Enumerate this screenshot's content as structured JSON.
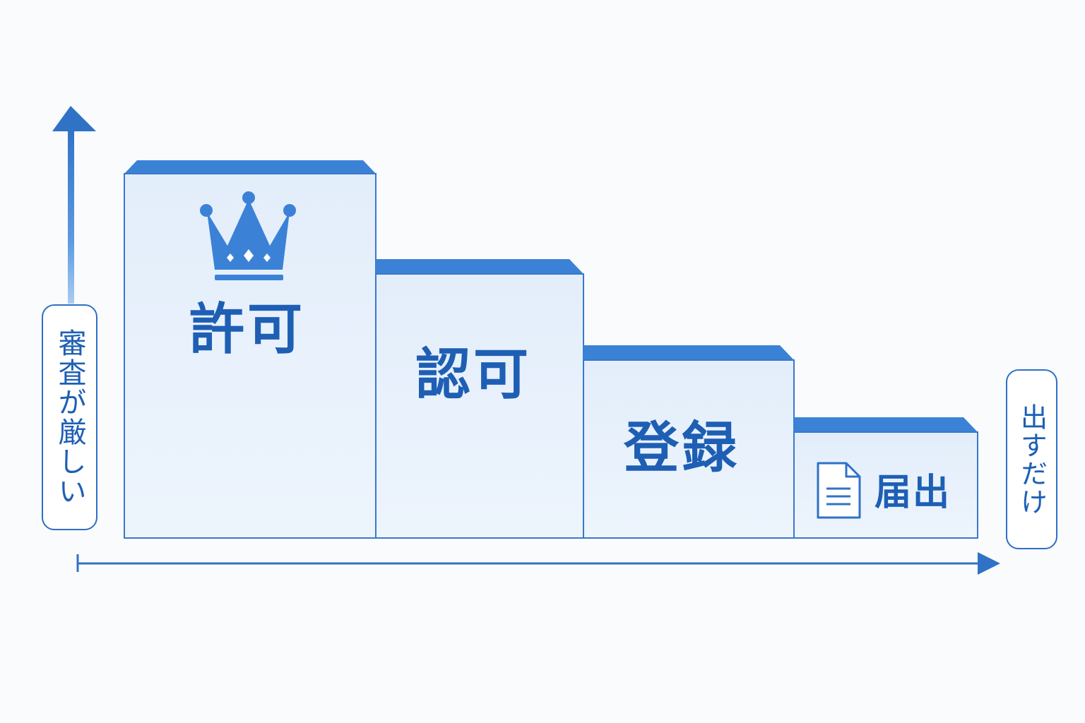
{
  "axis": {
    "y_label": "審査が厳しい",
    "x_label": "出すだけ"
  },
  "steps": [
    {
      "label": "許可",
      "icon": "crown-icon"
    },
    {
      "label": "認可",
      "icon": ""
    },
    {
      "label": "登録",
      "icon": ""
    },
    {
      "label": "届出",
      "icon": "document-icon"
    }
  ],
  "colors": {
    "accent": "#3b82d6",
    "text": "#1e5fb4",
    "block_fill": "#e6f0fb",
    "block_stroke": "#3a78c9"
  }
}
